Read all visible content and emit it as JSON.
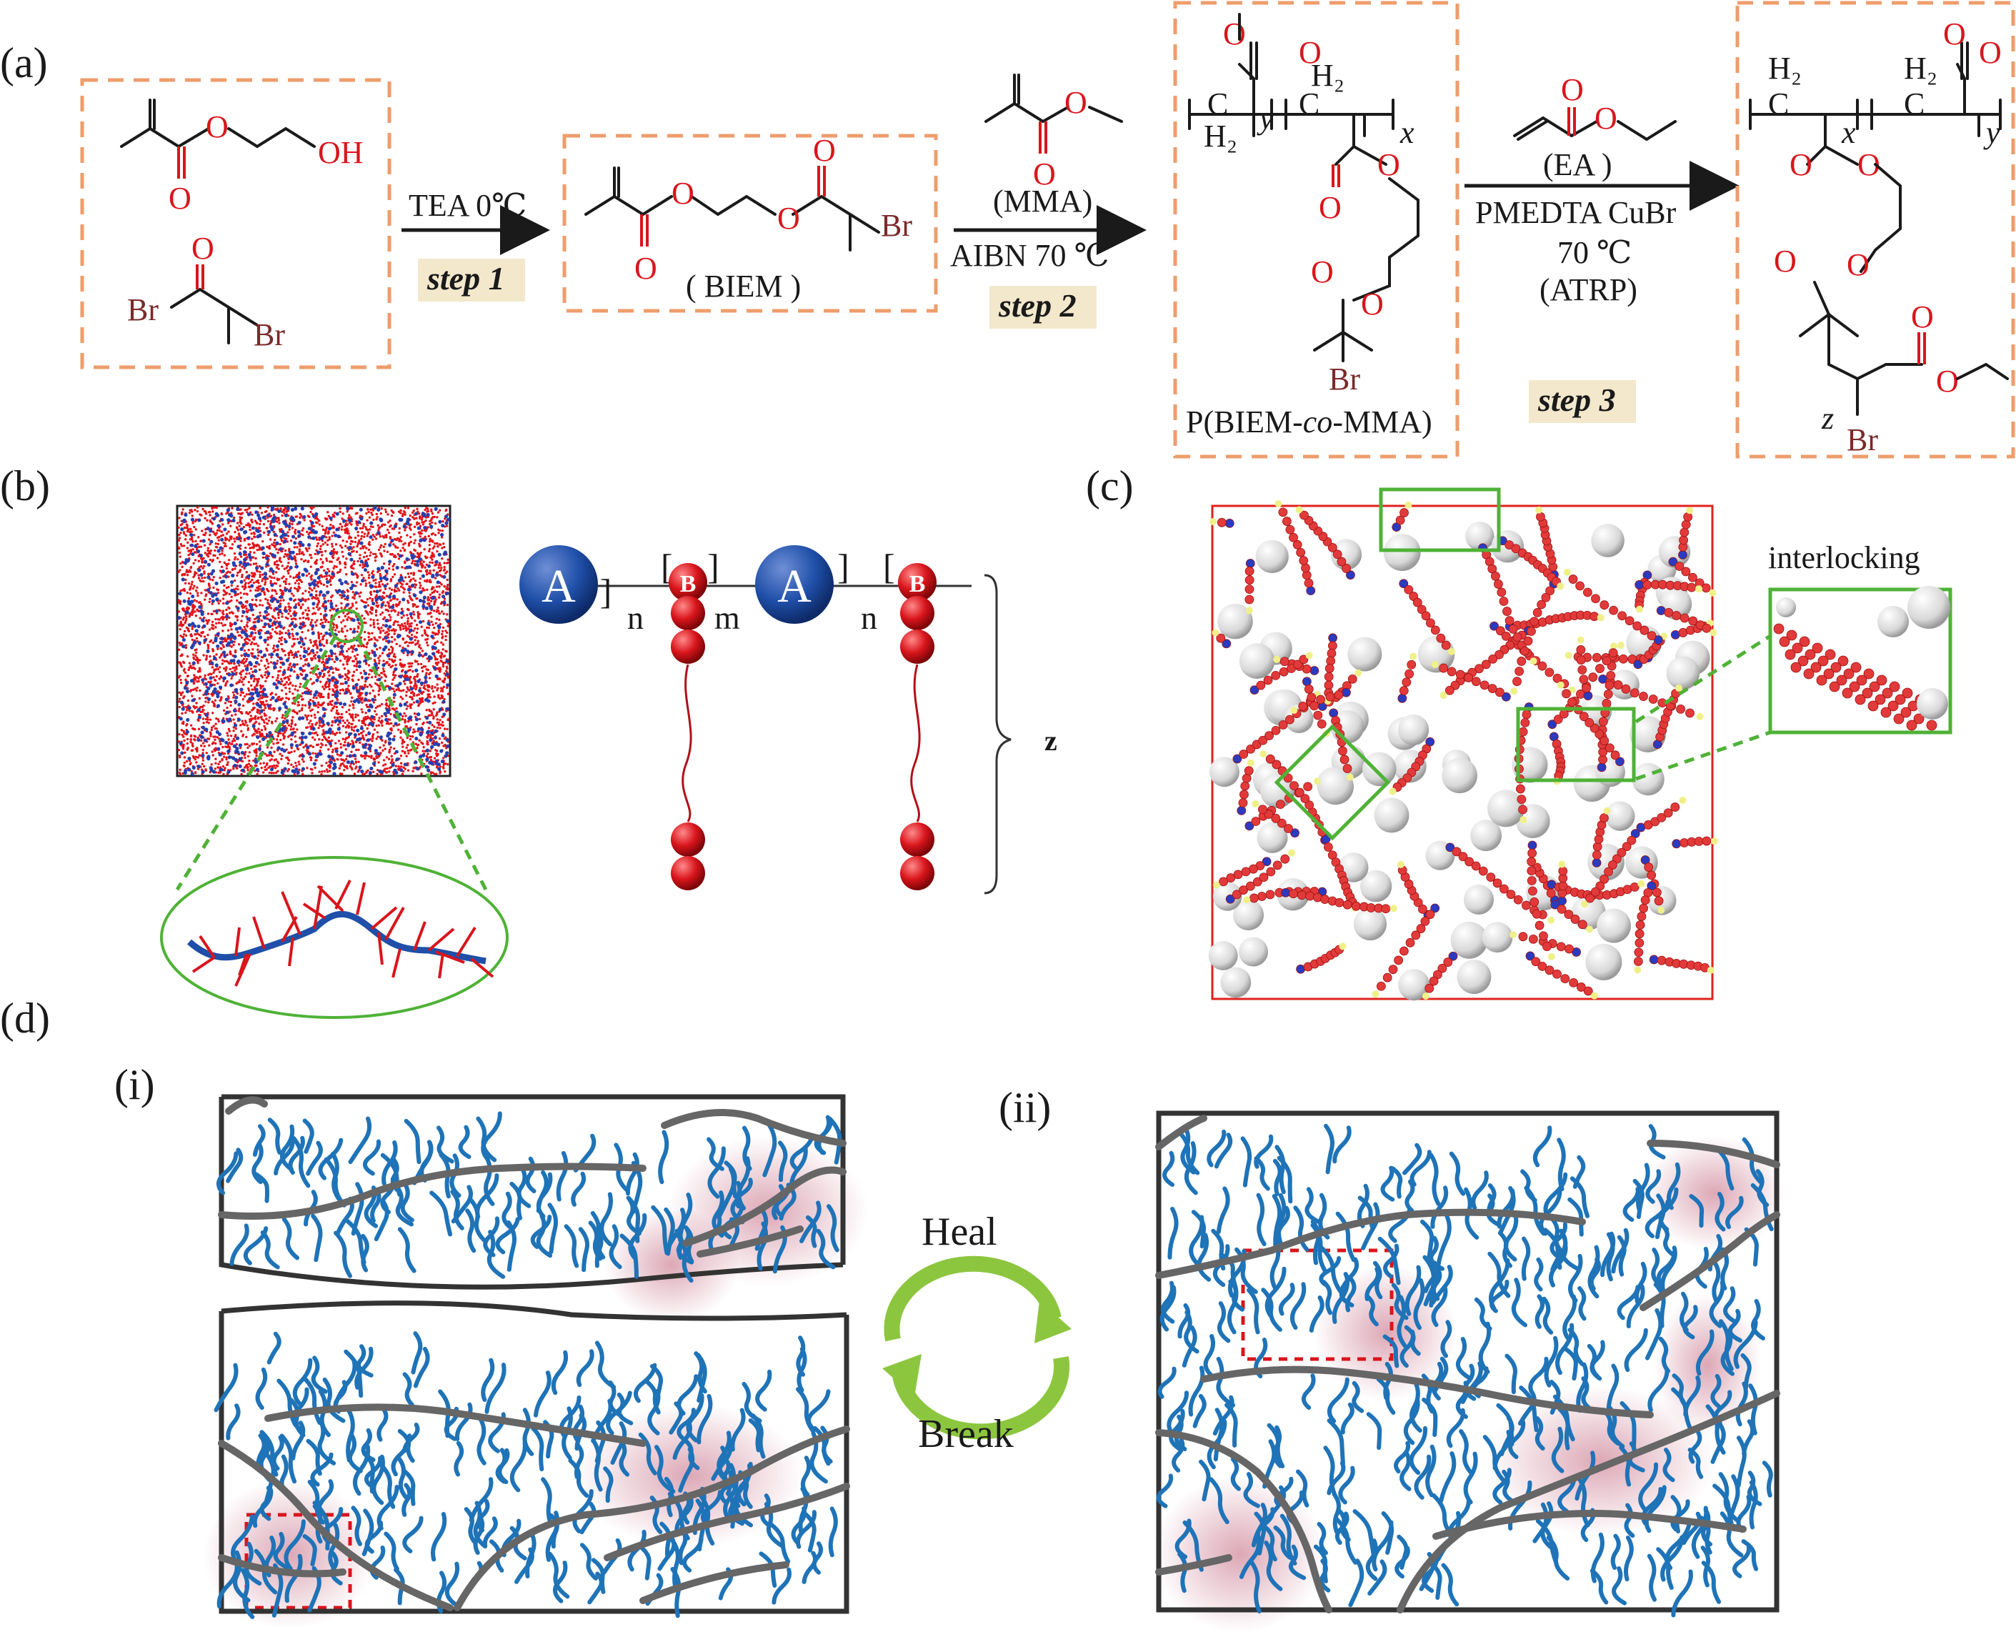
{
  "panel_labels": [
    "(a)",
    "(b)",
    "(c)",
    "(d)"
  ],
  "sub_panel_labels": [
    "(i)",
    "(ii)"
  ],
  "scheme": {
    "reagent1_oh": "OH",
    "reagent1_o_ester": "O",
    "reagent1_o_carbonyl": "O",
    "reagent2_o": "O",
    "reagent2_br1": "Br",
    "reagent2_br2": "Br",
    "step1_conditions": "TEA 0℃",
    "step1_label": "step 1",
    "biem_name": "( BIEM )",
    "biem_br": "Br",
    "biem_o": "O",
    "step2_monomer": "(MMA)",
    "step2_conditions": "AIBN 70 ℃",
    "step2_label": "step 2",
    "polymer1_name": "P(BIEM-co-MMA)",
    "polymer1_name_a": "P(BIEM-",
    "polymer1_name_co": "co",
    "polymer1_name_b": "-MMA)",
    "polymer1_c": "C",
    "polymer1_h2": "H₂",
    "polymer1_x": "x",
    "polymer1_y": "y",
    "polymer1_br": "Br",
    "step3_monomer": "(EA )",
    "step3_catalyst": "PMEDTA   CuBr",
    "step3_temp": "70 ℃",
    "step3_method": "(ATRP)",
    "step3_label": "step 3",
    "product_x": "x",
    "product_y": "y",
    "product_z": "z",
    "product_br": "Br",
    "product_c": "C",
    "product_h2": "H₂"
  },
  "model": {
    "bead_a": "A",
    "bead_b": "B",
    "n1": "n",
    "m": "m",
    "n2": "n",
    "z": "z"
  },
  "snapshot": {
    "zoom_label": "interlocking"
  },
  "cycle": {
    "heal": "Heal",
    "break": "Break"
  },
  "colors": {
    "dashed_box": "#ee9d6c",
    "red_atom": "#d9151c",
    "blue_bead": "#1f4fa8",
    "green_highlight": "#4fb236",
    "backbone_gray": "#666666",
    "side_chain_blue": "#1f73b7",
    "crosslink_pink": "#c0607a",
    "arrow_green": "#8cc63f"
  }
}
